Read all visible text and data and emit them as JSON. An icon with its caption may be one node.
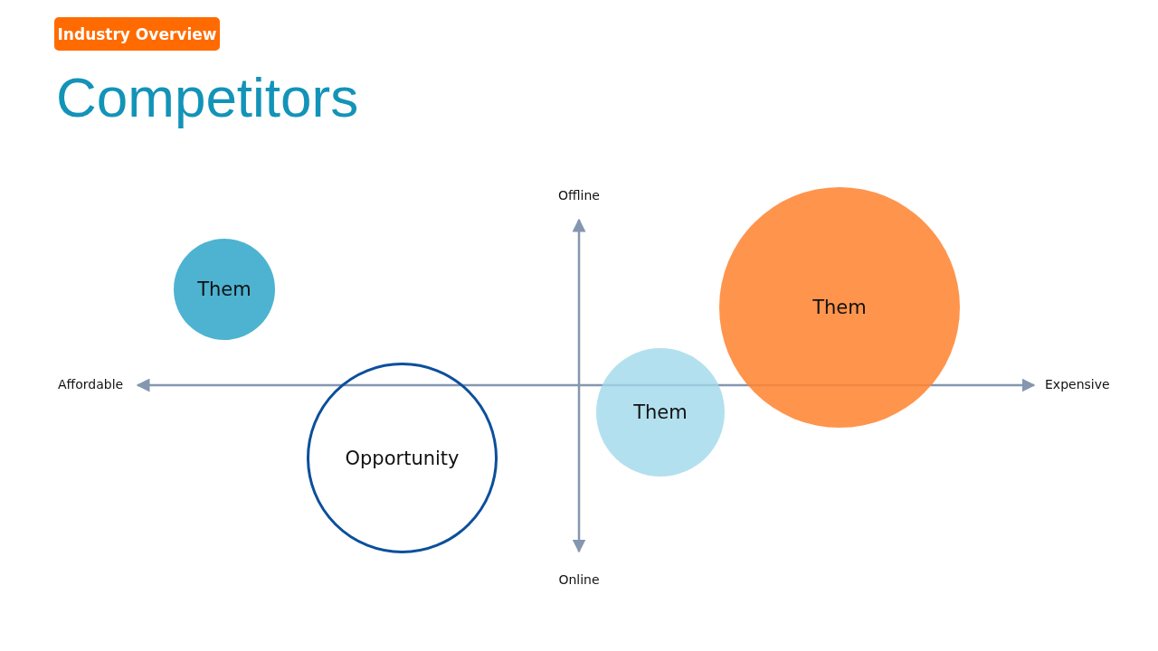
{
  "diagram": {
    "title": "Competitors",
    "nodes": [
      {
        "text": [
          "Industry Overview"
        ]
      },
      {
        "text": [
          "Them"
        ]
      },
      {
        "text": [
          "Them"
        ]
      },
      {
        "text": [
          "Opportunity"
        ]
      },
      {
        "text": [
          "Them"
        ]
      }
    ],
    "labels": [
      "Offline",
      "Affordable",
      "Expensive",
      "Online"
    ]
  }
}
